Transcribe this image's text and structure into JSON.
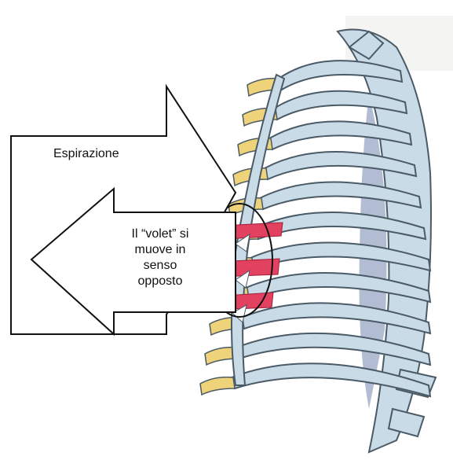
{
  "labels": {
    "expiration": "Espirazione",
    "volet_lines": [
      "Il “volet” si",
      "muove in",
      "senso",
      "opposto"
    ]
  },
  "colors": {
    "bone": "#c9dbe7",
    "bone_stroke": "#4a5a66",
    "cartilage": "#eed37a",
    "fracture_highlight": "#e2415f",
    "spine_shadow": "#7f8fb5",
    "arrow_stroke": "#111111"
  }
}
